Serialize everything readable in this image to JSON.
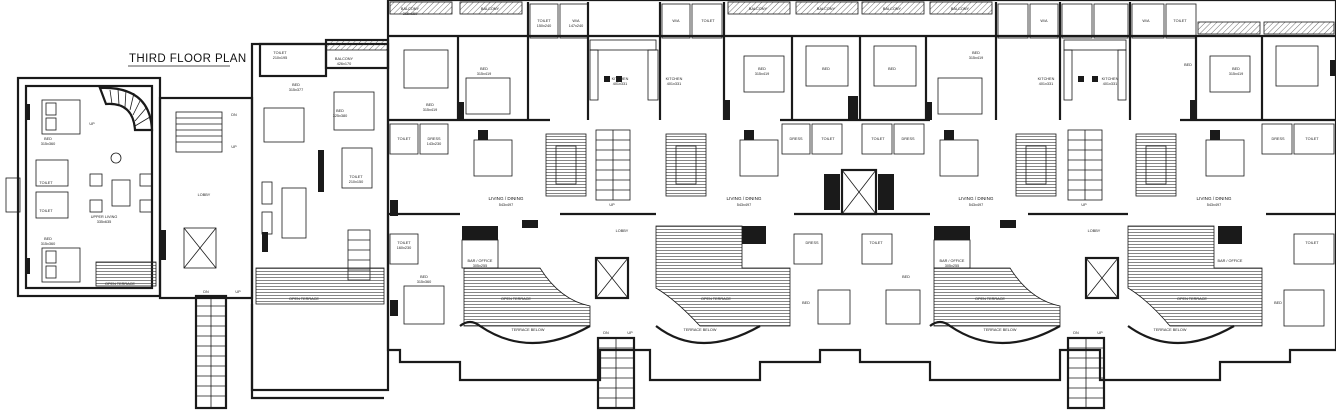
{
  "title": "THIRD FLOOR PLAN",
  "labels": {
    "balcony": "BALCONY",
    "balcony_dim_a": "315x150",
    "balcony_dim_b": "426x170",
    "toilet": "TOILET",
    "toilet_dim_a": "150x240",
    "toilet_dim_b": "210x150",
    "toilet_dim_c": "210x195",
    "toilet_dim_d": "160x230",
    "wa": "W/A",
    "wa_dim": "147x240",
    "bed": "BED",
    "bed_dim_a": "315x419",
    "bed_dim_b": "315x377",
    "bed_dim_c": "325x380",
    "bed_dim_d": "315x360",
    "bed_dim_e": "315x360",
    "kitchen": "KITCHEN",
    "kitchen_dim": "401x331",
    "dress": "DRESS",
    "dress_dim": "143x230",
    "living_dining": "LIVING / DINING",
    "living_dim": "543x497",
    "lobby": "LOBBY",
    "bar_office": "BAR / OFFICE",
    "bar_dim": "305x255",
    "open_terrace": "OPEN TERRACE",
    "terrace_below": "TERRACE BELOW",
    "upper_living": "UPPER LIVING",
    "upper_living_dim": "335x635",
    "dn": "DN",
    "up": "UP"
  }
}
